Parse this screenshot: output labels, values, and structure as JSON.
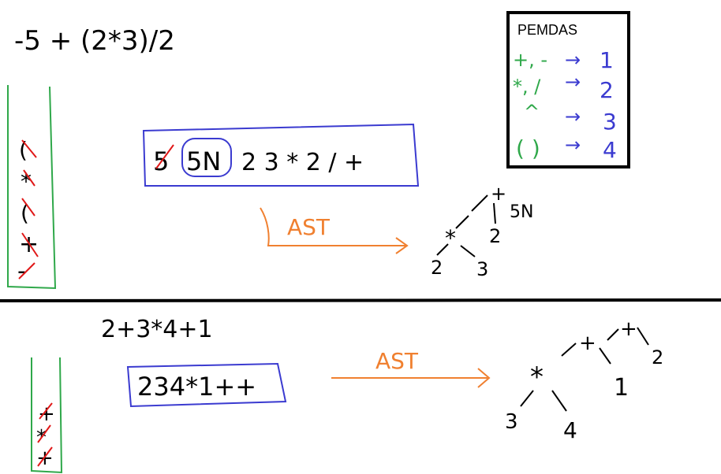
{
  "colors": {
    "ink": "#000000",
    "stack_border": "#2fa84a",
    "postfix_box": "#3b3bd0",
    "cross_out": "#e01818",
    "ast_arrow": "#f08030",
    "pemdas_green": "#2fa84a",
    "pemdas_blue": "#3b3bd0"
  },
  "top": {
    "expression": "-5 + (2*3)/2",
    "stack_items": [
      "(",
      "*",
      "(",
      "+",
      "-"
    ],
    "postfix": {
      "crossed_token": "5",
      "circled_token": "5N",
      "rest": "2 3 * 2 / +"
    },
    "arrow_label": "AST",
    "ast": {
      "root": "+",
      "root_annotation": "5N",
      "mul": "*",
      "right_leaf": "2",
      "mul_left": "2",
      "mul_right": "3"
    }
  },
  "pemdas": {
    "title": "PEMDAS",
    "rows": [
      {
        "ops": "+, -",
        "level": "1"
      },
      {
        "ops": "*, /",
        "level": "2"
      },
      {
        "ops": "^",
        "level": "3"
      },
      {
        "ops": "( )",
        "level": "4"
      }
    ],
    "arrow_glyph": "→"
  },
  "bottom": {
    "expression": "2+3*4+1",
    "stack_items": [
      "+",
      "*",
      "+"
    ],
    "postfix": "234*1++",
    "arrow_label": "AST",
    "ast": {
      "root": "+",
      "root_right_leaf": "2",
      "inner_plus": "+",
      "inner_right_leaf": "1",
      "mul": "*",
      "mul_left": "3",
      "mul_right": "4"
    }
  }
}
